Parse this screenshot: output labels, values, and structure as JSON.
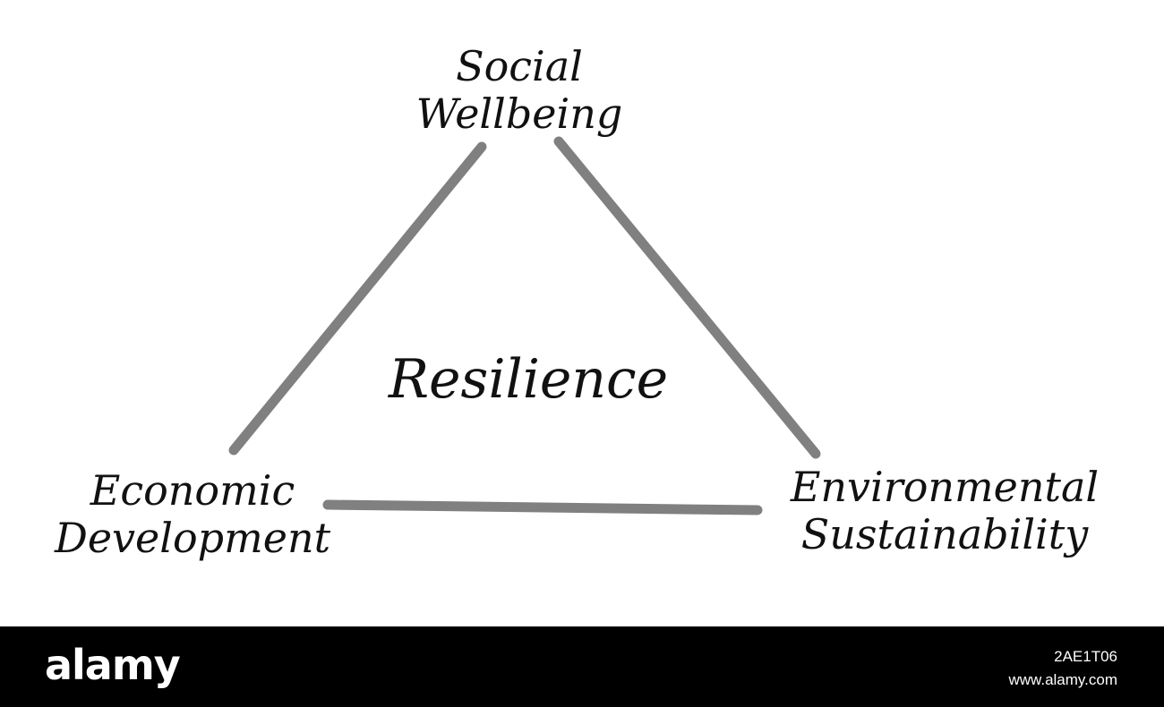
{
  "diagram": {
    "center": "Resilience",
    "top_vertex": {
      "line1": "Social",
      "line2": "Wellbeing"
    },
    "left_vertex": {
      "line1": "Economic",
      "line2": "Development"
    },
    "right_vertex": {
      "line1": "Environmental",
      "line2": "Sustainability"
    },
    "edge_color": "#808080",
    "text_color": "#111111"
  },
  "watermark": {
    "logo": "alamy",
    "image_id": "2AE1T06",
    "url": "www.alamy.com"
  }
}
